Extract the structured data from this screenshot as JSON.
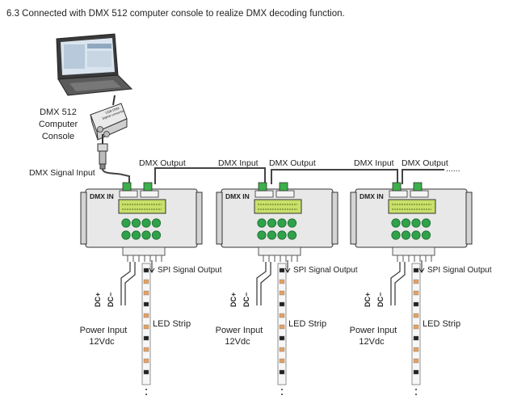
{
  "heading": "6.3 Connected with DMX 512 computer console to realize DMX decoding function.",
  "console": {
    "label_line1": "DMX 512",
    "label_line2": "Computer",
    "label_line3": "Console",
    "converter_line1": "USB-DMX",
    "converter_line2": "Signal converter"
  },
  "dmx_signal_input": "DMX Signal Input",
  "links": {
    "dmx_output": "DMX Output",
    "dmx_input": "DMX Input",
    "continuation": "......"
  },
  "decoder": {
    "dmx_in": "DMX IN",
    "spi_output": "SPI Signal Output",
    "dc_plus": "DC+",
    "dc_minus": "DC−",
    "power_line1": "Power  Input",
    "power_line2": "12Vdc",
    "led_strip": "LED Strip"
  },
  "colors": {
    "accent_red": "#cc2222",
    "button_green": "#2fa24a",
    "terminal_green": "#3cb04a",
    "lcd_green": "#c9e06a",
    "device_body": "#e8e8e8",
    "cable": "#444444"
  }
}
